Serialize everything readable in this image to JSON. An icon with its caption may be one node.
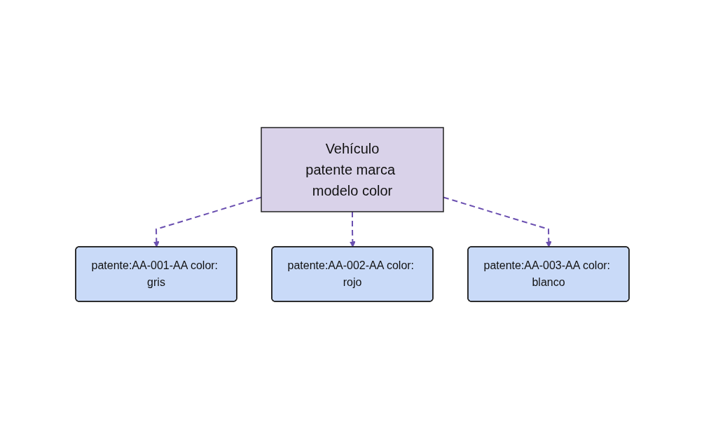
{
  "diagram": {
    "nodes": [
      {
        "text": [
          "Vehículo",
          "patente marca modelo color"
        ]
      },
      {
        "text": [
          "patente:AA-001-AA color: gris"
        ]
      },
      {
        "text": [
          "patente:AA-002-AA color: rojo"
        ]
      },
      {
        "text": [
          "patente:AA-003-AA color: blanco"
        ]
      }
    ],
    "edges": [
      {
        "from": 0,
        "to": 1,
        "arrow": "to",
        "style": "dashed"
      },
      {
        "from": 0,
        "to": 2,
        "arrow": "to",
        "style": "dashed"
      },
      {
        "from": 0,
        "to": 3,
        "arrow": "to",
        "style": "dashed"
      }
    ]
  }
}
